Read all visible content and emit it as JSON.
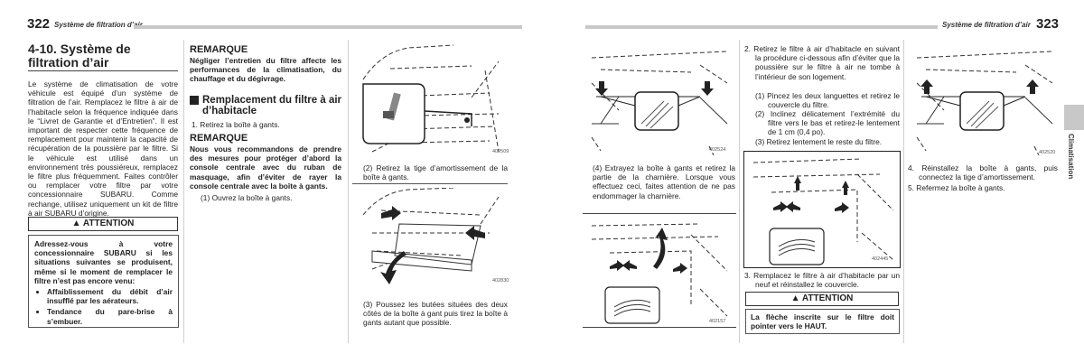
{
  "left_page": {
    "page_number": "322",
    "running_head": "Système de filtration d’air",
    "section_title": "4-10. Système de filtration d’air",
    "intro": "Le système de climatisation de votre véhicule est équipé d’un système de filtration de l’air. Remplacez le filtre à air de l’habitacle selon la fréquence indiquée dans le “Livret de Garantie et d’Entretien”. Il est important de respecter cette fréquence de remplacement pour maintenir la capacité de récupération de la poussière par le filtre. Si le véhicule est utilisé dans un environnement très poussiéreux, remplacez le filtre plus fréquemment. Faites contrôler ou remplacer votre filtre par votre concessionnaire SUBARU. Comme rechange, utilisez uniquement un kit de filtre à air SUBARU d’origine.",
    "attention": {
      "label": "ATTENTION",
      "body": "Adressez-vous à votre concessionnaire SUBARU si les situations suivantes se produisent, même si le moment de remplacer le filtre n’est pas encore venu:",
      "bullets": [
        "Affaiblissement du débit d’air insufflé par les aérateurs.",
        "Tendance du pare-brise à s’embuer."
      ]
    },
    "remarque1": {
      "title": "REMARQUE",
      "body": "Négliger l’entretien du filtre affecte les performances de la climatisation, du chauffage et du dégivrage."
    },
    "subsection_title": "Remplacement du filtre à air d’habitacle",
    "step1": "1.  Retirez la boîte à gants.",
    "remarque2": {
      "title": "REMARQUE",
      "body": "Nous vous recommandons de prendre des mesures pour protéger d’abord la console centrale avec du ruban de masquage, afin d’éviter de rayer la console centrale avec la boîte à gants."
    },
    "step1_1": "(1)  Ouvrez la boîte à gants.",
    "fig1_code": "402509",
    "step1_2": "(2)  Retirez la tige d’amortissement de la boîte à gants.",
    "fig2_code": "402830",
    "step1_3": "(3)  Poussez les butées situées des deux côtés de la boîte à gant puis tirez la boîte à gants autant que possible."
  },
  "right_page": {
    "page_number": "323",
    "running_head": "Système de filtration d’air",
    "fig3_code": "402524",
    "step1_4": "(4)  Extrayez la boîte à gants et retirez la partie de la charnière. Lorsque vous effectuez ceci, faites attention de ne pas endommager la charnière.",
    "fig4_code": "402157",
    "step2": "2.  Retirez le filtre à air d’habitacle en suivant la procédure ci-dessous afin d’éviter que la poussière sur le filtre à air ne tombe à l’intérieur de son logement.",
    "step2_1": "(1)  Pincez les deux languettes et retirez le couvercle du filtre.",
    "step2_2": "(2)  Inclinez délicatement l’extrémité du filtre vers le bas et retirez-le lentement de 1 cm (0,4 po).",
    "step2_3": "(3)  Retirez lentement le reste du filtre.",
    "fig5_code": "402445",
    "step3": "3.  Remplacez le filtre à air d’habitacle par un neuf et réinstallez le couvercle.",
    "attention": {
      "label": "ATTENTION",
      "body": "La flèche inscrite sur le filtre doit pointer vers le HAUT."
    },
    "fig6_code": "402520",
    "step4": "4.  Réinstallez la boîte à gants, puis connectez la tige d’amortissement.",
    "step5": "5.  Refermez la boîte à gants.",
    "side_tab_label": "Climatisation"
  }
}
